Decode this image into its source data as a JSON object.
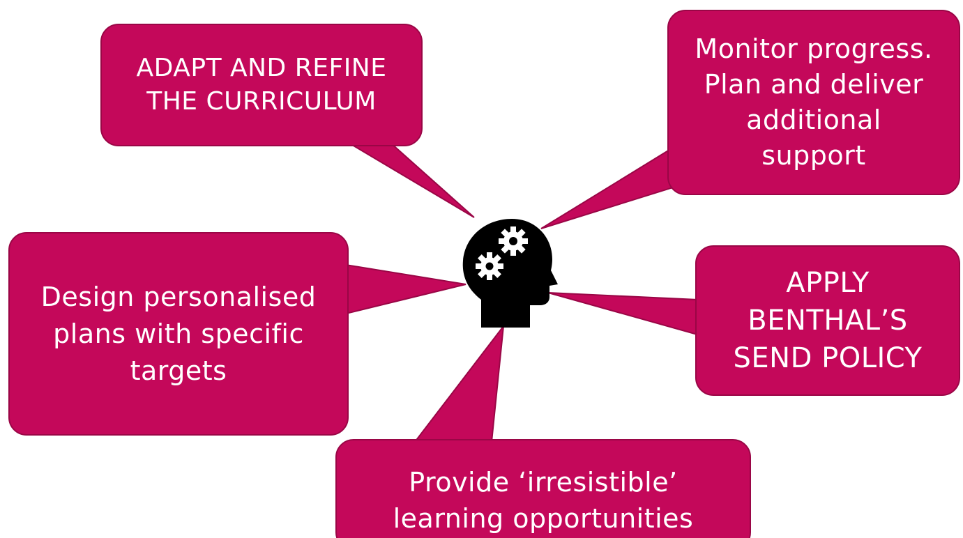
{
  "colors": {
    "bubble_fill": "#c4085a",
    "bubble_border": "#9a0646",
    "text": "#ffffff",
    "icon": "#000000",
    "background": "#ffffff"
  },
  "center_icon": "head-with-gears-icon",
  "bubbles": {
    "adapt": "ADAPT AND REFINE\nTHE CURRICULUM",
    "monitor": "Monitor progress.\nPlan and deliver\nadditional\nsupport",
    "design": "Design personalised\nplans with specific\ntargets",
    "apply": "APPLY\nBENTHAL’S\nSEND POLICY",
    "provide": "Provide ‘irresistible’\nlearning opportunities"
  }
}
